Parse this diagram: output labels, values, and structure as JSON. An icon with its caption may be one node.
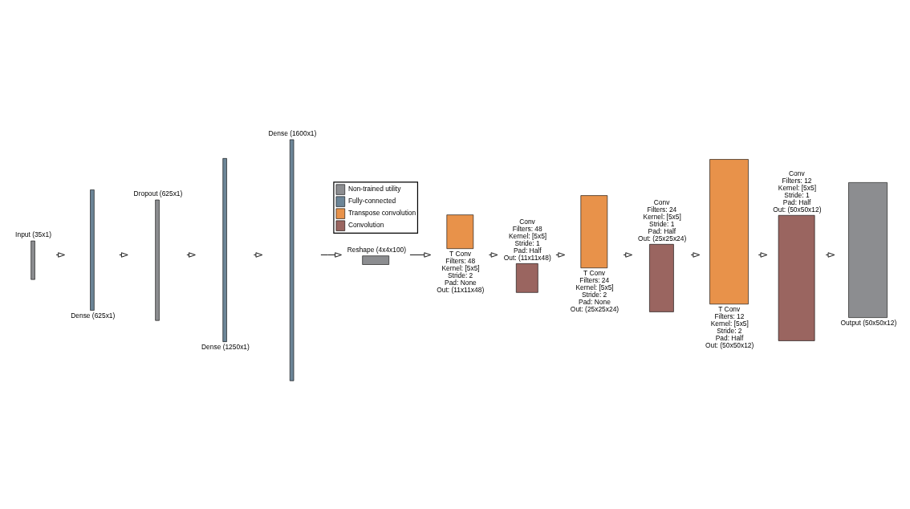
{
  "diagram": {
    "nodes": [
      {
        "text": [
          "Input (35x1)"
        ]
      },
      {
        "text": [
          "Dense (625x1)"
        ]
      },
      {
        "text": [
          "Dropout (625x1)"
        ]
      },
      {
        "text": [
          "Dense (1250x1)"
        ]
      },
      {
        "text": [
          "Dense (1600x1)"
        ]
      },
      {
        "text": [
          "Reshape (4x4x100)"
        ]
      },
      {
        "text": [
          "T Conv",
          "Filters: 48",
          "Kernel: [5x5]",
          "Stride: 2",
          "Pad: None",
          "Out: (11x11x48)"
        ]
      },
      {
        "text": [
          "Conv",
          "Filters: 48",
          "Kernel: [5x5]",
          "Stride: 1",
          "Pad: Half",
          "Out: (11x11x48)"
        ]
      },
      {
        "text": [
          "T Conv",
          "Filters: 24",
          "Kernel: [5x5]",
          "Stride: 2",
          "Pad: None",
          "Out: (25x25x24)"
        ]
      },
      {
        "text": [
          "Conv",
          "Filters: 24",
          "Kernel: [5x5]",
          "Stride: 1",
          "Pad: Half",
          "Out: (25x25x24)"
        ]
      },
      {
        "text": [
          "T Conv",
          "Filters: 12",
          "Kernel: [5x5]",
          "Stride: 2",
          "Pad: Half",
          "Out: (50x50x12)"
        ]
      },
      {
        "text": [
          "Conv",
          "Filters: 12",
          "Kernel: [5x5]",
          "Stride: 1",
          "Pad: Half",
          "Out: (50x50x12)"
        ]
      },
      {
        "text": [
          "Output (50x50x12)"
        ]
      }
    ],
    "edges": [
      {
        "from": 0,
        "to": 1,
        "arrow": "to"
      },
      {
        "from": 1,
        "to": 2,
        "arrow": "to"
      },
      {
        "from": 2,
        "to": 3,
        "arrow": "to"
      },
      {
        "from": 3,
        "to": 4,
        "arrow": "to"
      },
      {
        "from": 4,
        "to": 5,
        "arrow": "to"
      },
      {
        "from": 5,
        "to": 6,
        "arrow": "to"
      },
      {
        "from": 6,
        "to": 7,
        "arrow": "to"
      },
      {
        "from": 7,
        "to": 8,
        "arrow": "to"
      },
      {
        "from": 8,
        "to": 9,
        "arrow": "to"
      },
      {
        "from": 9,
        "to": 10,
        "arrow": "to"
      },
      {
        "from": 10,
        "to": 11,
        "arrow": "to"
      },
      {
        "from": 11,
        "to": 12,
        "arrow": "to"
      }
    ],
    "legend": [
      {
        "text": "Non-trained utility",
        "color": "#8c8d90"
      },
      {
        "text": "Fully-connected",
        "color": "#6c8597"
      },
      {
        "text": "Transpose convolution",
        "color": "#e8924a"
      },
      {
        "text": "Convolution",
        "color": "#9a6560"
      }
    ]
  }
}
